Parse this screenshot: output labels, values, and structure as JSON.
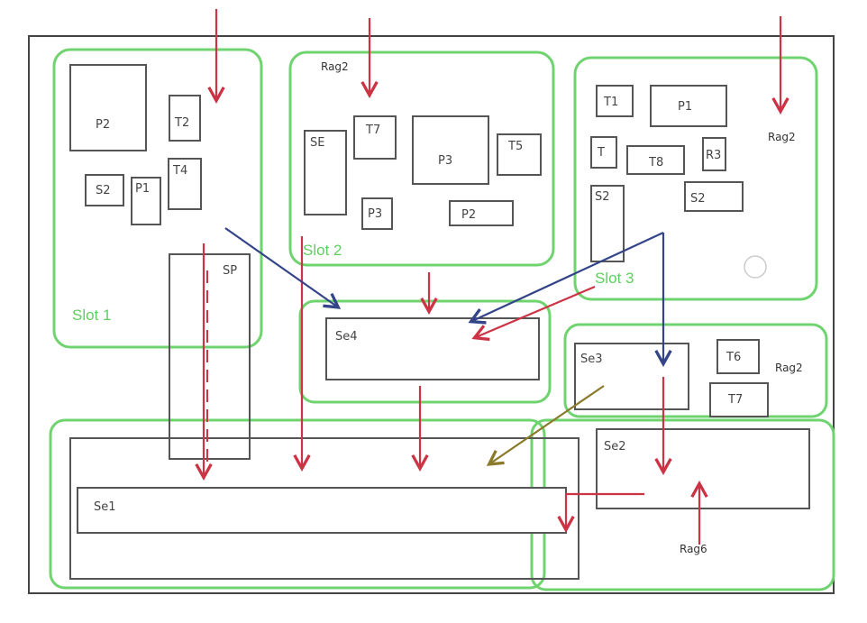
{
  "colors": {
    "outer_frame": "#444444",
    "slot_border": "#6fd46f",
    "block_border": "#555555",
    "arrow_red": "#cc3344",
    "arrow_blue": "#334488",
    "arrow_olive": "#8a7a2a"
  },
  "slots": {
    "slot1": "Slot 1",
    "slot2": "Slot 2",
    "slot3": "Slot 3"
  },
  "external": {
    "top_middle": "Rag2",
    "top_right": "Rag2",
    "mid_right": "Rag2",
    "bottom_right": "Rag6"
  },
  "blocks": {
    "s1_big": "P2",
    "s1_t": "T2",
    "s1_a": "S2",
    "s1_b": "P1",
    "s1_c": "T4",
    "s1_tall": "SP",
    "s2_tall": "SE",
    "s2_a": "T7",
    "s2_big": "P3",
    "s2_b": "T5",
    "s2_c": "P3",
    "s2_d": "P2",
    "s3_a": "T1",
    "s3_b": "P1",
    "s3_c": "T",
    "s3_d": "T8",
    "s3_e": "R3",
    "s3_f": "S2",
    "s3_g": "S2",
    "s4_main": "Se4",
    "s5_main": "Se3",
    "s5_a": "T6",
    "s5_b": "T7",
    "s6_main": "Se2",
    "bottom_main": "Se1"
  }
}
